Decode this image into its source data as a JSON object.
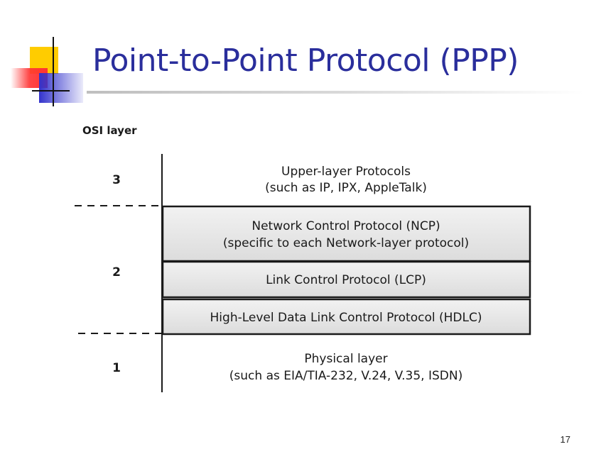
{
  "slide": {
    "title": "Point-to-Point Protocol (PPP)",
    "page_number": "17"
  },
  "diagram": {
    "osi_heading": "OSI layer",
    "layer_numbers": {
      "layer3": "3",
      "layer2": "2",
      "layer1": "1"
    },
    "upper": {
      "line1": "Upper-layer Protocols",
      "line2": "(such as IP, IPX, AppleTalk)"
    },
    "ncp": {
      "line1": "Network Control Protocol (NCP)",
      "line2": "(specific to each Network-layer protocol)"
    },
    "lcp": {
      "line1": "Link Control Protocol (LCP)"
    },
    "hdlc": {
      "line1": "High-Level Data Link Control Protocol (HDLC)"
    },
    "physical": {
      "line1": "Physical layer",
      "line2": "(such as EIA/TIA-232, V.24, V.35, ISDN)"
    }
  },
  "colors": {
    "title": "#2a2e9c",
    "logo_yellow": "#ffcc00",
    "logo_blue": "#3333cc",
    "logo_red": "#ff3333",
    "box_fill_light": "#f2f2f2",
    "box_fill_dark": "#dcdcdc"
  }
}
